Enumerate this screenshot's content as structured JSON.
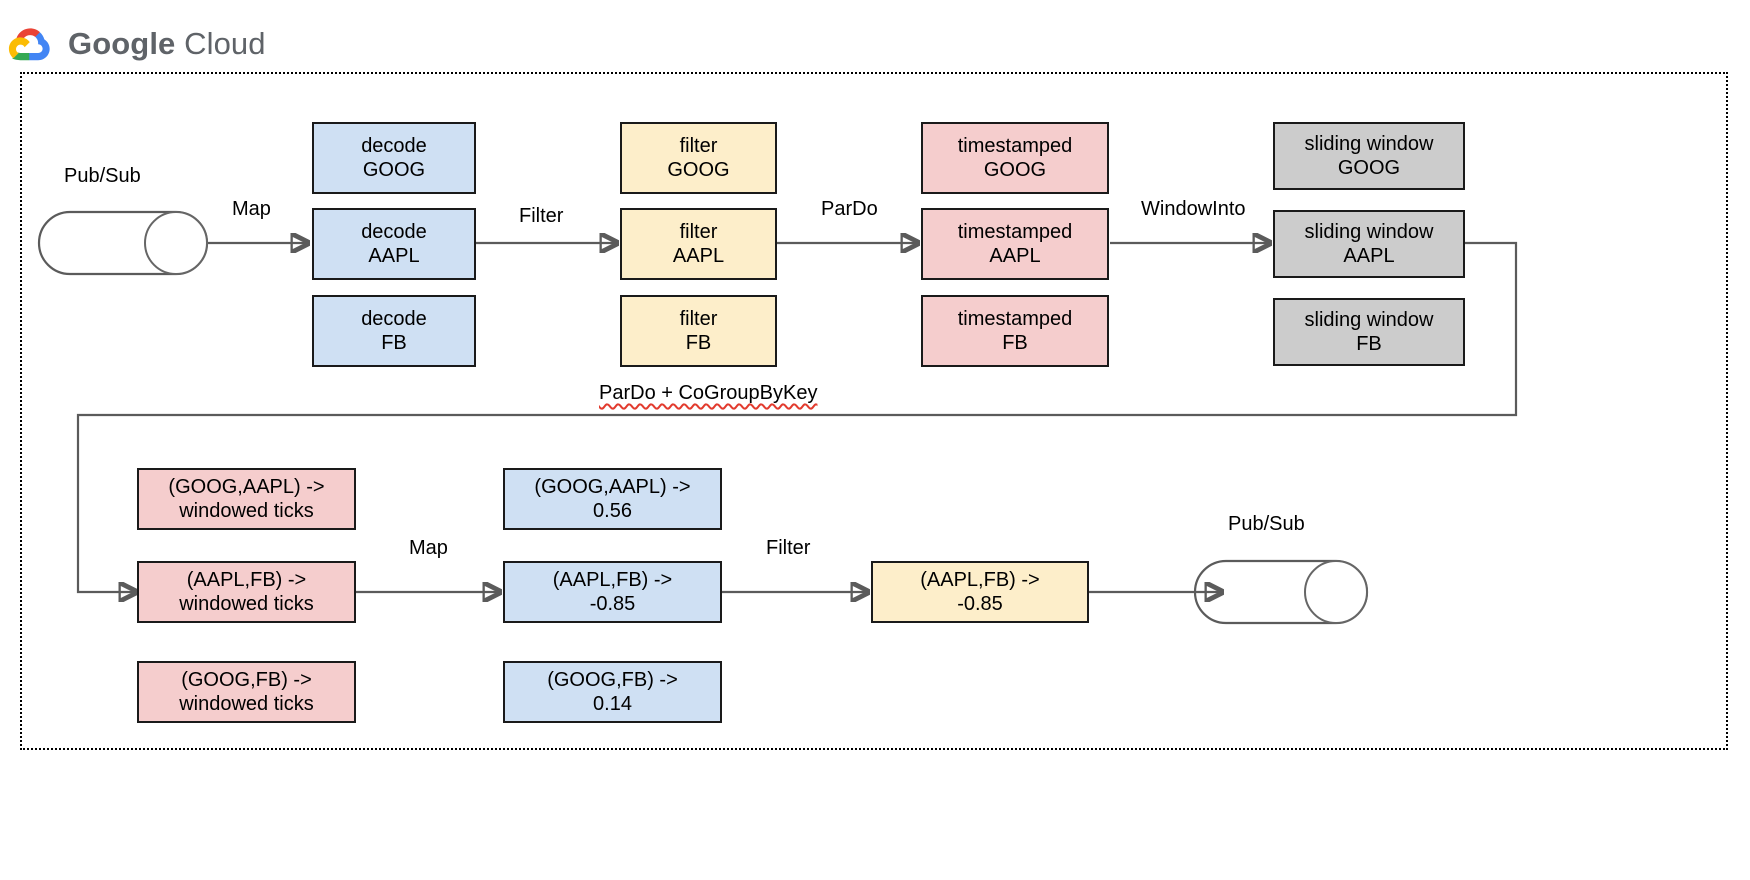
{
  "brand": {
    "logo_icon": "google-cloud-logo-icon",
    "name_bold": "Google",
    "name_light": "Cloud",
    "colors": {
      "red": "#ea4335",
      "yellow": "#fbbc04",
      "green": "#34a853",
      "blue": "#4285f4",
      "text": "#5f6368"
    }
  },
  "palette": {
    "blue_fill": "#cfe0f3",
    "yellow_fill": "#fdeeca",
    "pink_fill": "#f5cdcd",
    "gray_fill": "#cccccc",
    "border": "#1a1a1a",
    "wire": "#5b5b5b",
    "spellcheck_underline": "#e23b2e"
  },
  "diagram": {
    "sources": [
      {
        "name": "pubsub-source",
        "caption": "Pub/Sub"
      },
      {
        "name": "pubsub-sink",
        "caption": "Pub/Sub"
      }
    ],
    "edge_labels": [
      {
        "name": "edge-label-map-1",
        "text": "Map",
        "spellcheck": false
      },
      {
        "name": "edge-label-filter-1",
        "text": "Filter",
        "spellcheck": false
      },
      {
        "name": "edge-label-pardo",
        "text": "ParDo",
        "spellcheck": false
      },
      {
        "name": "edge-label-windowinto",
        "text": "WindowInto",
        "spellcheck": false
      },
      {
        "name": "edge-label-pardo-cogroupbykey",
        "text": "ParDo + CoGroupByKey",
        "spellcheck": true
      },
      {
        "name": "edge-label-map-2",
        "text": "Map",
        "spellcheck": false
      },
      {
        "name": "edge-label-filter-2",
        "text": "Filter",
        "spellcheck": false
      }
    ],
    "stages": [
      {
        "id": "decode",
        "color": "blue",
        "nodes": [
          {
            "line1": "decode",
            "line2": "GOOG"
          },
          {
            "line1": "decode",
            "line2": "AAPL"
          },
          {
            "line1": "decode",
            "line2": "FB"
          }
        ]
      },
      {
        "id": "filter",
        "color": "yellow",
        "nodes": [
          {
            "line1": "filter",
            "line2": "GOOG"
          },
          {
            "line1": "filter",
            "line2": "AAPL"
          },
          {
            "line1": "filter",
            "line2": "FB"
          }
        ]
      },
      {
        "id": "timestamped",
        "color": "pink",
        "nodes": [
          {
            "line1": "timestamped",
            "line2": "GOOG"
          },
          {
            "line1": "timestamped",
            "line2": "AAPL"
          },
          {
            "line1": "timestamped",
            "line2": "FB"
          }
        ]
      },
      {
        "id": "sliding-window",
        "color": "gray",
        "nodes": [
          {
            "line1": "sliding window",
            "line2": "GOOG"
          },
          {
            "line1": "sliding window",
            "line2": "AAPL"
          },
          {
            "line1": "sliding window",
            "line2": "FB"
          }
        ]
      },
      {
        "id": "windowed-ticks",
        "color": "pink",
        "nodes": [
          {
            "line1": "(GOOG,AAPL) ->",
            "line2": "windowed ticks"
          },
          {
            "line1": "(AAPL,FB) ->",
            "line2": "windowed ticks"
          },
          {
            "line1": "(GOOG,FB) ->",
            "line2": "windowed ticks"
          }
        ]
      },
      {
        "id": "correlation",
        "color": "blue",
        "nodes": [
          {
            "line1": "(GOOG,AAPL) ->",
            "line2": "0.56"
          },
          {
            "line1": "(AAPL,FB) ->",
            "line2": "-0.85"
          },
          {
            "line1": "(GOOG,FB) ->",
            "line2": "0.14"
          }
        ]
      },
      {
        "id": "filtered-correlation",
        "color": "yellow",
        "nodes": [
          {
            "line1": "(AAPL,FB) ->",
            "line2": "-0.85"
          }
        ]
      }
    ]
  }
}
